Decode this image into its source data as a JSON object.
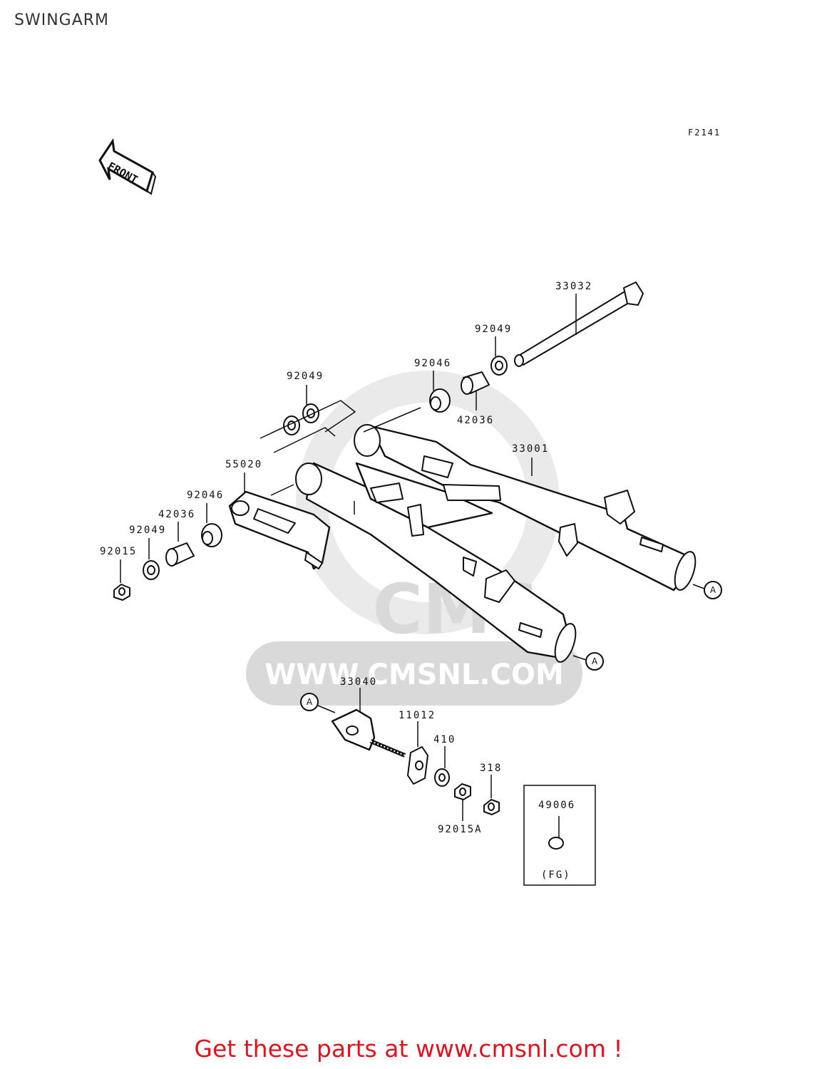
{
  "title": "SWINGARM",
  "figure_code": "F2141",
  "front_marker": "FRONT",
  "watermark": {
    "brand": "CMS",
    "url": "WWW.CMSNL.COM"
  },
  "ref_marker": "A",
  "parts": {
    "axle_bolt": "33032",
    "right_cap_upper": "92049",
    "right_bearing": "92046",
    "right_sleeve": "42036",
    "left_cap_upper": "92049",
    "swingarm": "33001",
    "chain_guide": "55020",
    "left_bearing": "92046",
    "left_sleeve": "42036",
    "left_cap_lower": "92049",
    "left_nut": "92015",
    "chain_adjuster": "33040",
    "adjuster_plate": "11012",
    "washer": "410",
    "adjuster_nut": "318",
    "lock_nut": "92015A",
    "inset_part": "49006",
    "inset_note": "(FG)"
  },
  "colors": {
    "footer": "#e0141e",
    "watermark": "#d9d9d9",
    "line": "#111111"
  },
  "footer": "Get these parts at www.cmsnl.com !"
}
